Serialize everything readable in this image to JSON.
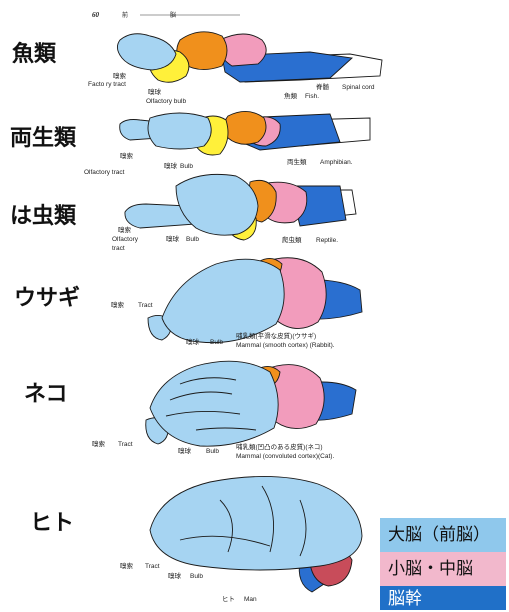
{
  "header": {
    "page_number": "60",
    "heading": "前　　　　　　　脳"
  },
  "rows": [
    {
      "label": "魚類",
      "annotations": [
        "嗅索",
        "Facto ry tract",
        "嗅球",
        "Olfactory bulb",
        "脊髄",
        "Spinal cord",
        "魚類",
        "Fish."
      ]
    },
    {
      "label": "両生類",
      "annotations": [
        "嗅索",
        "Olfactory tract",
        "嗅球",
        "Bulb",
        "両生類",
        "Amphibian."
      ]
    },
    {
      "label": "は虫類",
      "annotations": [
        "嗅索",
        "Olfactory",
        "tract",
        "嗅球",
        "Bulb",
        "爬虫類",
        "Reptile."
      ]
    },
    {
      "label": "ウサギ",
      "annotations": [
        "嗅索",
        "Tract",
        "嗅球",
        "Bulb",
        "哺乳類(平滑な皮質)(ウサギ)",
        "Mammal (smooth cortex) (Rabbit)."
      ]
    },
    {
      "label": "ネコ",
      "annotations": [
        "嗅索",
        "Tract",
        "嗅球",
        "Bulb",
        "哺乳類(凹凸のある皮質)(ネコ)",
        "Mammal (convoluted cortex)(Cat)."
      ]
    },
    {
      "label": "ヒト",
      "annotations": [
        "嗅索",
        "Tract",
        "嗅球",
        "Bulb",
        "ヒト",
        "Man"
      ]
    }
  ],
  "legend": [
    {
      "label": "大脳（前脳）",
      "color": "#8fc8ec"
    },
    {
      "label": "小脳・中脳",
      "color": "#f2b8cc"
    },
    {
      "label": "脳幹",
      "color": "#2070c8",
      "text_color": "#ffffff"
    }
  ],
  "colors": {
    "cerebrum": "#a6d4f2",
    "olfactory": "#fff03a",
    "midbrain": "#f0901c",
    "cerebellum": "#f29cbc",
    "brainstem": "#2a6fd0",
    "outline": "#1a1a1a"
  }
}
